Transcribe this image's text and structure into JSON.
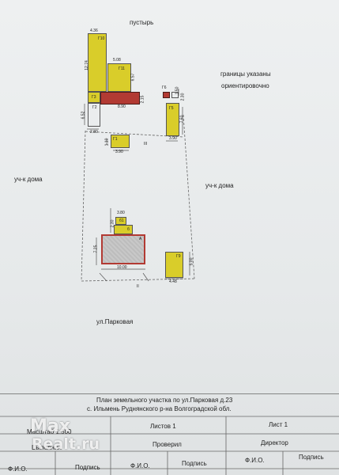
{
  "labels": {
    "wasteland": "пустырь",
    "bounds_line1": "границы указаны",
    "bounds_line2": "ориентировочно",
    "neighbor_left": "уч-к дома",
    "neighbor_right": "уч-к дома",
    "street": "ул.Парковая"
  },
  "buildings": {
    "g10": "Г10",
    "g11": "Г11",
    "g6": "Г6",
    "g5": "Г5",
    "g3": "Г3",
    "g2": "Г2",
    "g1": "Г1",
    "b1": "б1",
    "b": "б",
    "a": "А",
    "g": "Г",
    "sec_num": "III",
    "sec_num2": "II",
    "g9": "Г9"
  },
  "dims": {
    "d436": "4.36",
    "d1274": "12.74",
    "d508": "5.08",
    "d657": "6.57",
    "d890": "8.90",
    "d215": "2.15",
    "d150": "1.50",
    "d230": "2.30",
    "d652": "6.52",
    "d280": "2.80",
    "d760": "7.60",
    "d110": "1.10",
    "d390": "3.90",
    "d390b": "3.90",
    "d380": "3.80",
    "d725": "7.25",
    "d1000": "10.00",
    "d448": "4.48",
    "d500": "5.00",
    "d230b": "2.30",
    "d150b": "1.50"
  },
  "stamp": {
    "title_line1": "План земельного участка по ул.Парковая д.23",
    "title_line2": "с. Ильмень Руднянского р-на Волгоградской обл.",
    "scale": "Масштаб 1:500",
    "sheets": "Листов 1",
    "sheet": "Лист 1",
    "performed": "Выполнил",
    "checked": "Проверил",
    "director": "Директор",
    "fio1": "Ф.И.О.",
    "sign1": "Подпись",
    "fio2": "Ф.И.О.",
    "sign2": "Подпись",
    "fio3": "Ф.И.О.",
    "sign3": "Подпись"
  },
  "watermark": {
    "line1": "Max",
    "line2": "Realt.ru"
  },
  "colors": {
    "building_fill": "#d9cd2a",
    "red_fill": "#b23a33",
    "line": "#555555"
  }
}
